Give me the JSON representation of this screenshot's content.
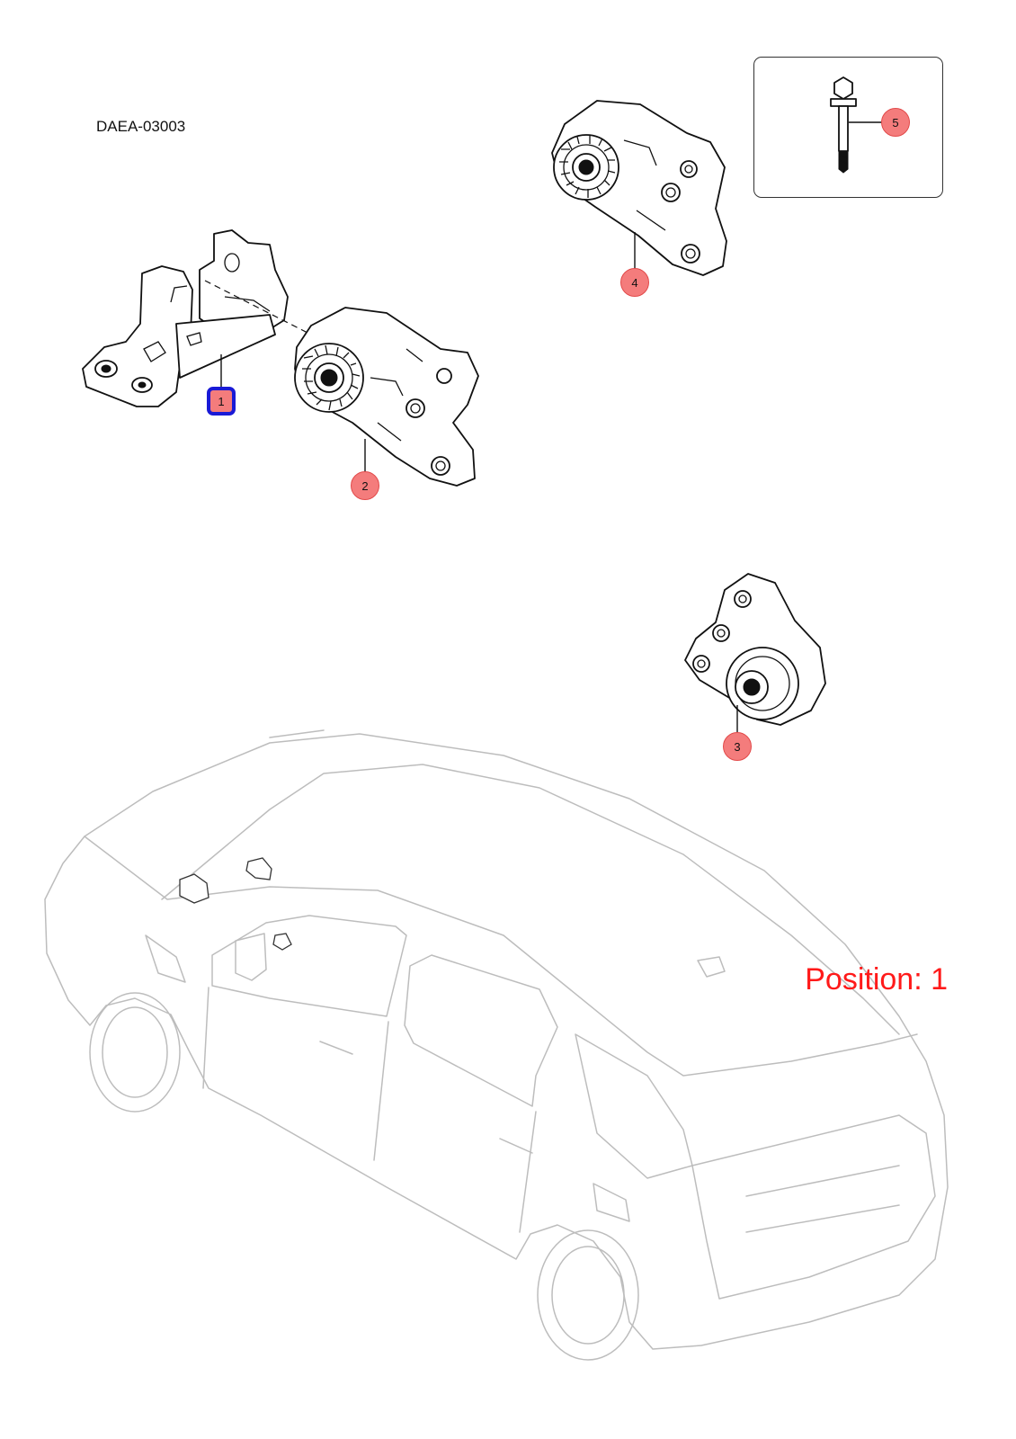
{
  "diagram": {
    "reference_code": "DAEA-03003",
    "position_label": "Position: 1",
    "colors": {
      "callout_fill": "#f47c7c",
      "callout_border": "#e24a4a",
      "active_outline": "#1a1ad6",
      "position_text": "#ff1a1a",
      "line_art": "#111111",
      "vehicle_outline": "#bdbdbd"
    },
    "callouts": [
      {
        "number": "1",
        "active": true
      },
      {
        "number": "2",
        "active": false
      },
      {
        "number": "3",
        "active": false
      },
      {
        "number": "4",
        "active": false
      },
      {
        "number": "5",
        "active": false
      }
    ]
  }
}
